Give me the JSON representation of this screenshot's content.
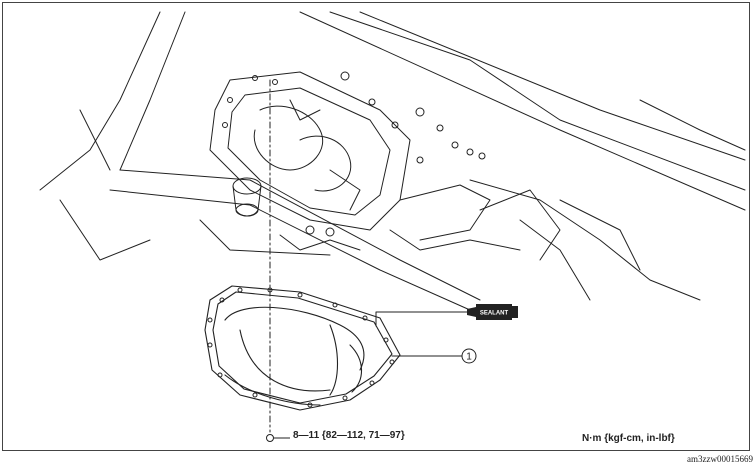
{
  "torque_spec": "8—11 {82—112, 71—97}",
  "unit_label": "N·m {kgf-cm, in-lbf}",
  "sealant_label": "SEALANT",
  "callout_1": "1",
  "figure_code": "am3zzw00015669",
  "colors": {
    "line": "#222222",
    "background": "#ffffff",
    "frame": "#444444"
  }
}
